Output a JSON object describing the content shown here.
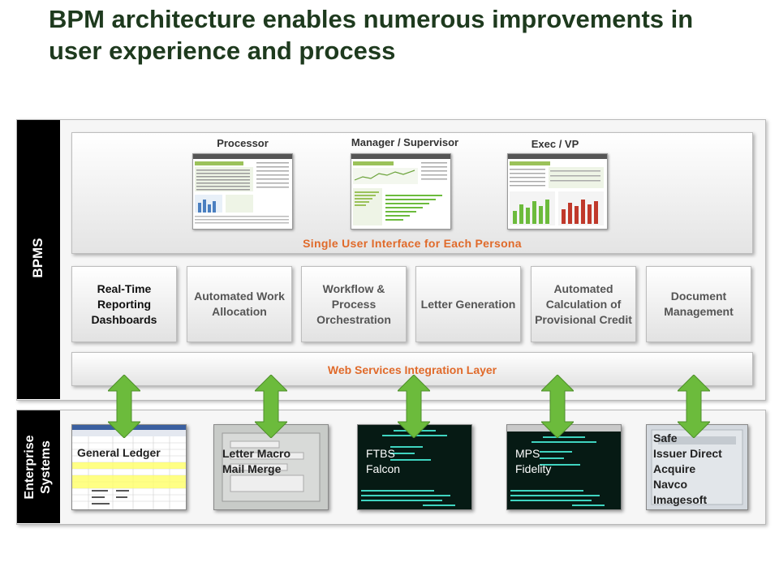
{
  "title": "BPM architecture enables numerous improvements in user experience and process",
  "bpms": {
    "label": "BPMS",
    "personas": [
      {
        "label": "Processor"
      },
      {
        "label": "Manager / Supervisor"
      },
      {
        "label": "Exec / VP"
      }
    ],
    "persona_caption": "Single User Interface for Each Persona",
    "capabilities": [
      "Real-Time Reporting Dashboards",
      "Automated Work Allocation",
      "Workflow & Process Orchestration",
      "Letter Generation",
      "Automated Calculation of Provisional Credit",
      "Document Management"
    ],
    "integration_layer": "Web Services Integration Layer"
  },
  "enterprise": {
    "label_line1": "Enterprise",
    "label_line2": "Systems",
    "systems": [
      {
        "lines": [
          "General Ledger"
        ]
      },
      {
        "lines": [
          "Letter Macro",
          "Mail Merge"
        ]
      },
      {
        "lines": [
          "FTBS",
          "Falcon"
        ]
      },
      {
        "lines": [
          "MPS",
          "Fidelity"
        ]
      },
      {
        "lines": [
          "Safe",
          "Issuer Direct",
          "Acquire",
          "Navco",
          "Imagesoft"
        ]
      }
    ]
  },
  "colors": {
    "accent_orange": "#e06a2a",
    "arrow_green": "#6cbb3c",
    "title_green": "#1e3a1e"
  }
}
